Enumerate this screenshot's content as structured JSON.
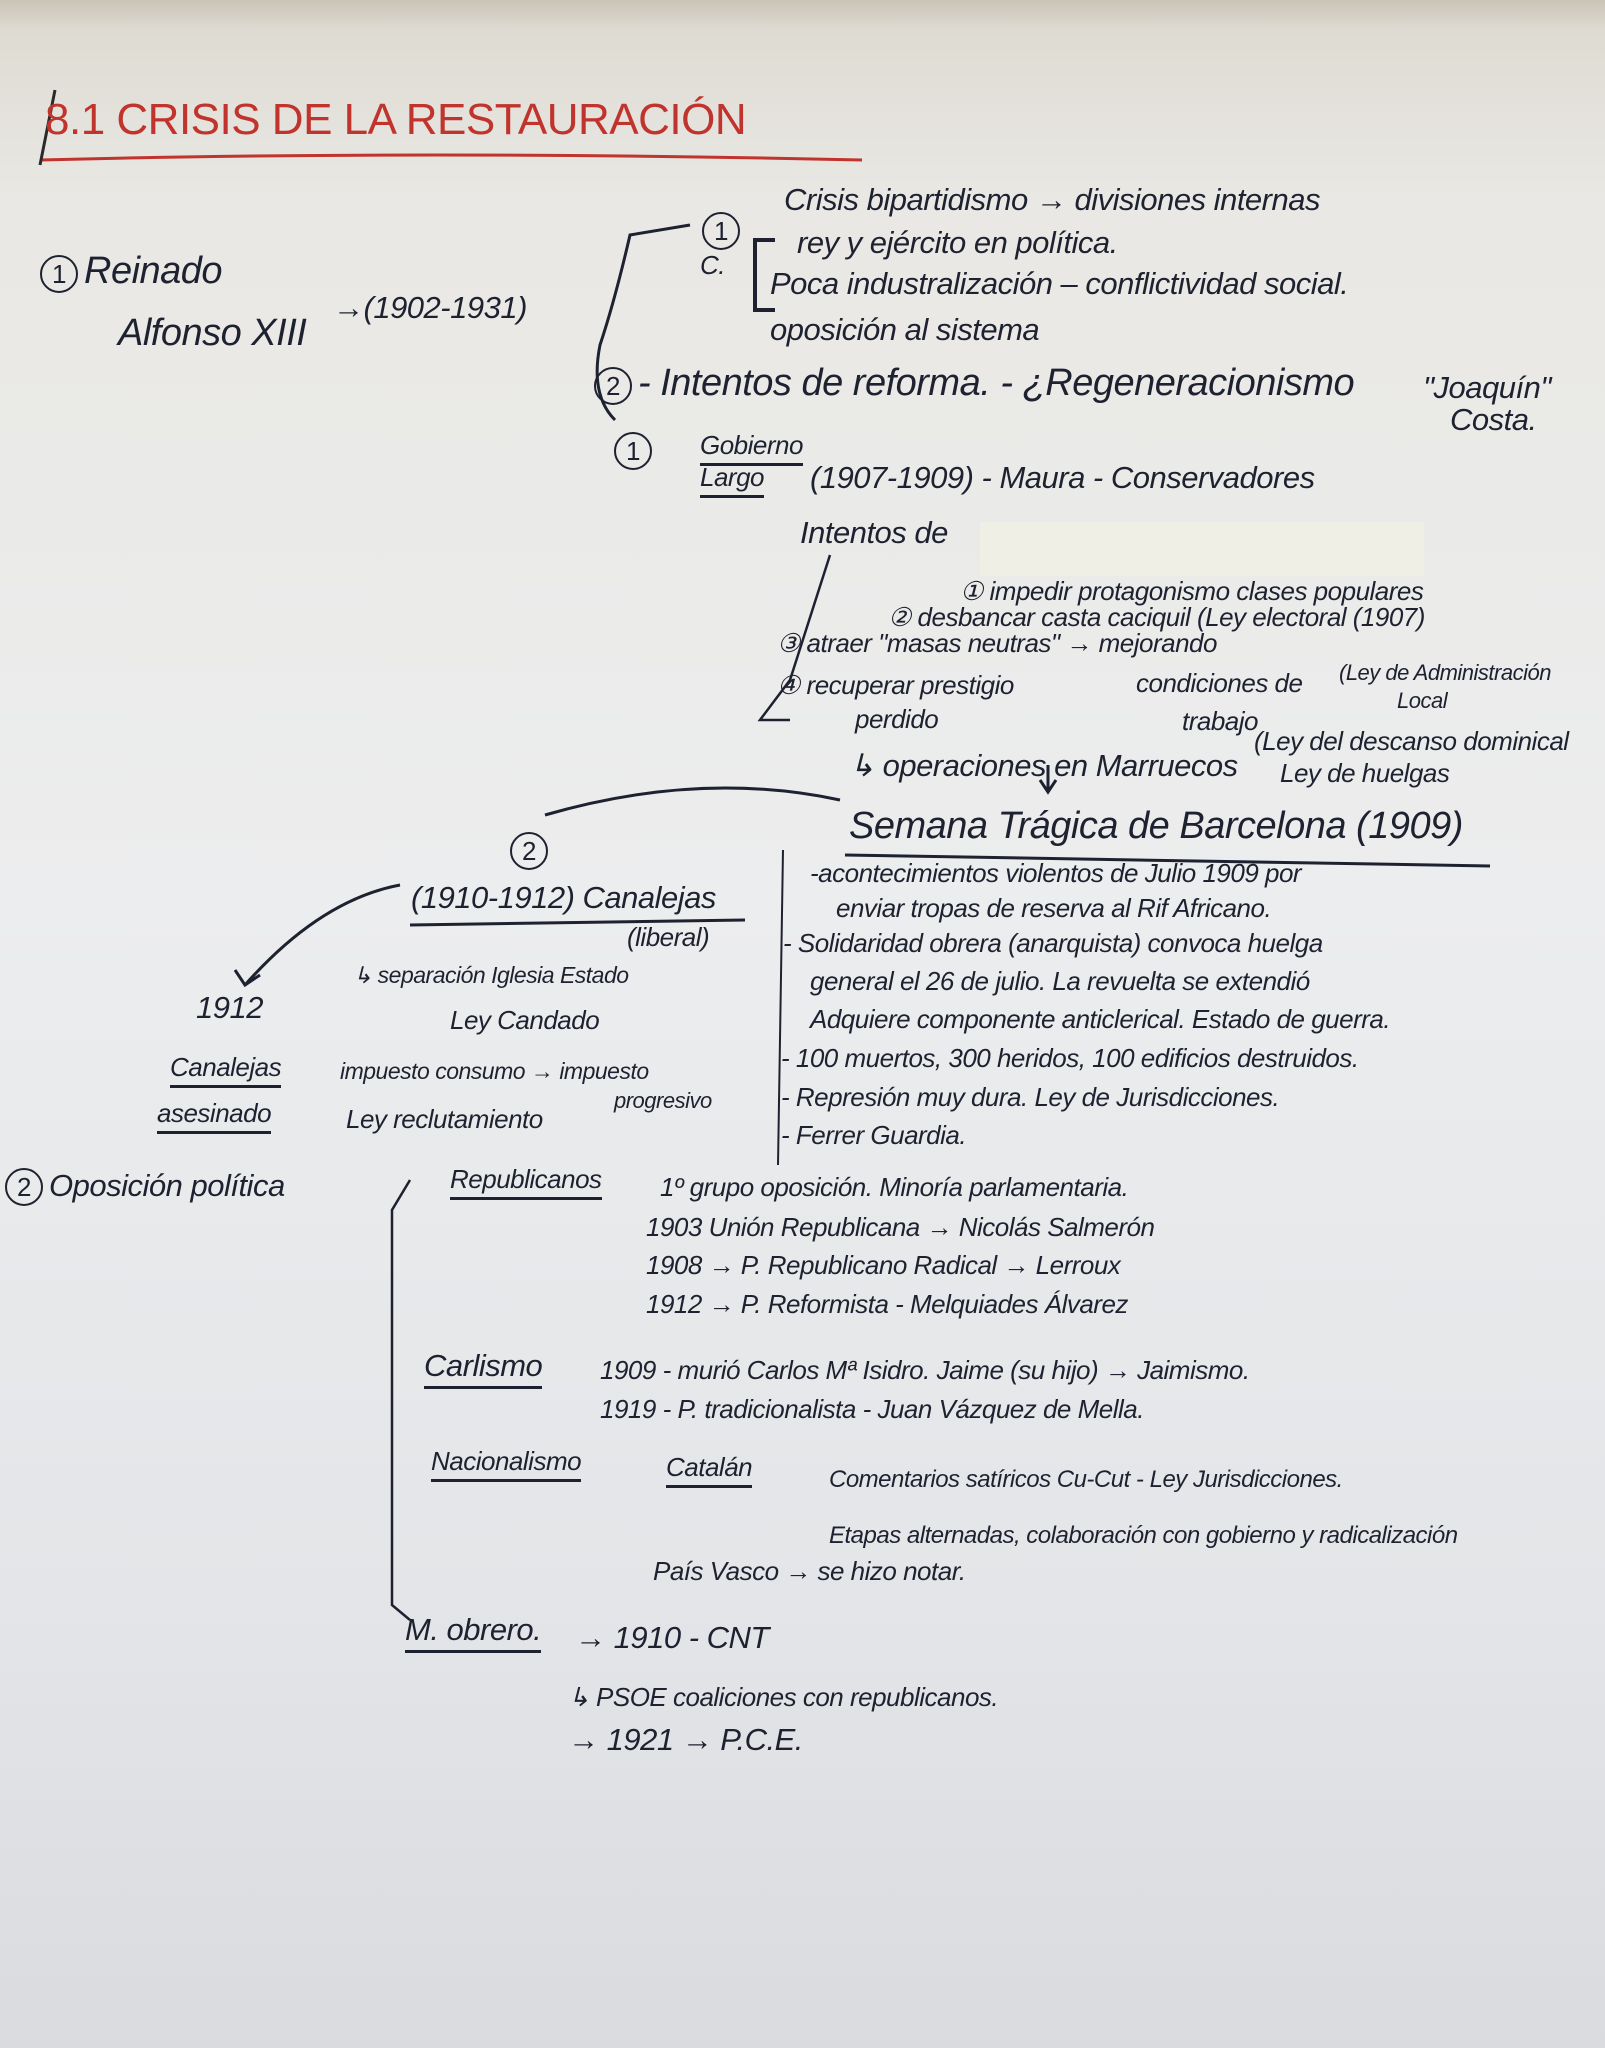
{
  "title": "8.1 CRISIS DE LA RESTAURACIÓN",
  "colors": {
    "ink": "#1e2230",
    "title_ink": "#c0342d",
    "tape": "#f1f0e4"
  },
  "s1": {
    "num": "1",
    "label1": "Reinado",
    "label2": "Alfonso XIII",
    "dates": "→(1902-1931)",
    "causes_num": "1",
    "causes_tag": "C.",
    "causes": [
      "Crisis bipartidismo → divisiones internas",
      "rey y ejército en política.",
      "Poca industralización – conflictividad social.",
      "oposición al sistema"
    ],
    "reform_num": "2",
    "reform": "- Intentos de reforma. - ¿Regeneracionismo",
    "reform_author1": "\"Joaquín\"",
    "reform_author2": "Costa.",
    "gob_num": "1",
    "gob_1": "Gobierno",
    "gob_2": "Largo",
    "gob_rest": "(1907-1909) - Maura - Conservadores",
    "intentos": "Intentos de",
    "aims": [
      "① impedir protagonismo clases populares",
      "② desbancar casta caciquil (Ley electoral (1907)",
      "③ atraer \"masas neutras\" → mejorando",
      "④ recuperar prestigio"
    ],
    "perdido": "perdido",
    "cond1": "condiciones de",
    "cond2": "trabajo",
    "ley_admin1": "(Ley de Administración",
    "ley_admin2": "Local",
    "ley_desc1": "(Ley del descanso dominical",
    "ley_desc2": "Ley de huelgas",
    "marruecos": "↳ operaciones en Marruecos",
    "semana_title": "Semana Trágica de Barcelona (1909)",
    "semana": [
      "-acontecimientos violentos de Julio 1909 por",
      "enviar tropas de reserva al Rif Africano.",
      "- Solidaridad obrera (anarquista) convoca huelga",
      "general el 26 de julio. La revuelta se extendió",
      "Adquiere componente anticlerical. Estado de guerra.",
      "- 100 muertos, 300 heridos, 100 edificios destruidos.",
      "- Represión muy dura. Ley de Jurisdicciones.",
      "- Ferrer Guardia."
    ],
    "can_num": "2",
    "can_title": "(1910-1912) Canalejas",
    "can_party": "(liberal)",
    "can_items": [
      "↳ separación Iglesia Estado",
      "Ley Candado",
      "impuesto consumo → impuesto",
      "progresivo",
      "Ley reclutamiento"
    ],
    "can_end": [
      "1912",
      "Canalejas",
      "asesinado"
    ]
  },
  "s2": {
    "num": "2",
    "label": "Oposición política",
    "rep": "Republicanos",
    "rep_items": [
      "1º grupo oposición. Minoría parlamentaria.",
      "1903 Unión Republicana → Nicolás Salmerón",
      "1908 → P. Republicano Radical → Lerroux",
      "1912 → P. Reformista - Melquiades Álvarez"
    ],
    "car": "Carlismo",
    "car_items": [
      "1909 - murió Carlos Mª Isidro. Jaime (su hijo) → Jaimismo.",
      "1919 - P. tradicionalista - Juan Vázquez de Mella."
    ],
    "nac": "Nacionalismo",
    "cat": "Catalán",
    "cat_items": [
      "Comentarios satíricos Cu-Cut - Ley Jurisdicciones.",
      "Etapas alternadas, colaboración con gobierno y radicalización"
    ],
    "vasco": "País Vasco → se hizo notar.",
    "obr": "M. obrero.",
    "obr_items": [
      "→ 1910 - CNT",
      "↳ PSOE coaliciones con republicanos.",
      "→ 1921 → P.C.E."
    ]
  }
}
